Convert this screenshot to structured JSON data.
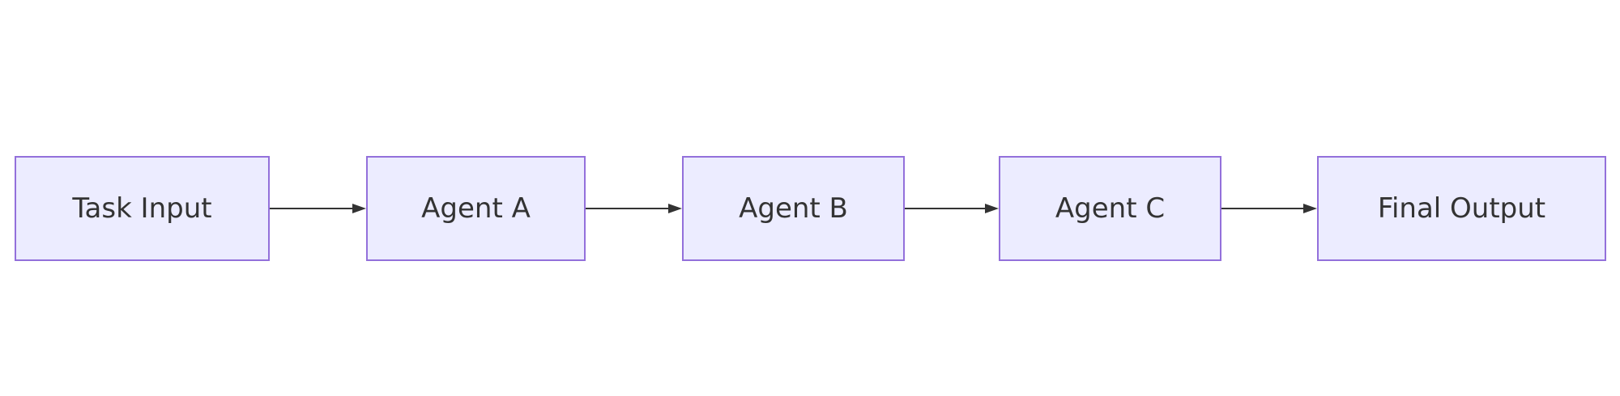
{
  "diagram": {
    "type": "flowchart-lr",
    "colors": {
      "background": "#ffffff",
      "node_fill": "#ECECFF",
      "node_border": "#9370DB",
      "edge": "#333333",
      "text": "#333333"
    },
    "nodes": [
      {
        "id": "task-input",
        "label": "Task Input"
      },
      {
        "id": "agent-a",
        "label": "Agent A"
      },
      {
        "id": "agent-b",
        "label": "Agent B"
      },
      {
        "id": "agent-c",
        "label": "Agent C"
      },
      {
        "id": "final-output",
        "label": "Final Output"
      }
    ],
    "edges": [
      {
        "from": "Task Input",
        "to": "Agent A",
        "arrow": "right"
      },
      {
        "from": "Agent A",
        "to": "Agent B",
        "arrow": "right"
      },
      {
        "from": "Agent B",
        "to": "Agent C",
        "arrow": "right"
      },
      {
        "from": "Agent C",
        "to": "Final Output",
        "arrow": "right"
      }
    ]
  }
}
